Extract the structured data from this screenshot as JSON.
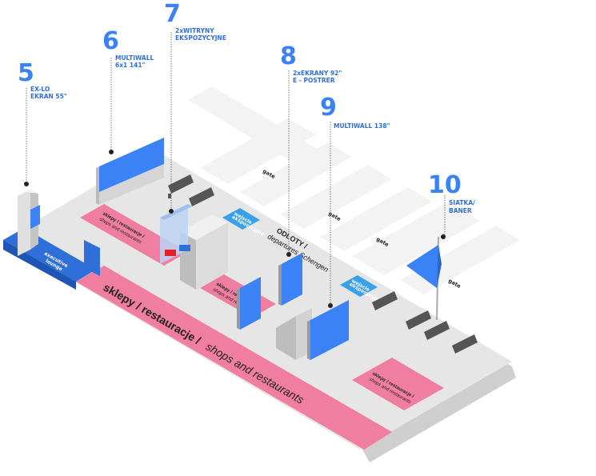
{
  "colors": {
    "floor": "#e6e6e6",
    "floor_side": "#cfcfcf",
    "path": "#f6f6f6",
    "pink": "#f07ea0",
    "blue": "#2f6fd8",
    "screen": "#3b82f6",
    "number": "#3b82f6"
  },
  "callouts": [
    {
      "number": "5",
      "lines": [
        "EX-LO",
        "EKRAN 55\""
      ]
    },
    {
      "number": "6",
      "lines": [
        "MULTIWALL",
        "6x1 141\""
      ]
    },
    {
      "number": "7",
      "lines": [
        "2xWITRYNY",
        "EKSPOZYCYJNE"
      ]
    },
    {
      "number": "8",
      "lines": [
        "2xEKRANY 92\"",
        "E - POSTRER"
      ]
    },
    {
      "number": "9",
      "lines": [
        "MULTIWALL 138\""
      ]
    },
    {
      "number": "10",
      "lines": [
        "SIATKA/",
        "BANER"
      ]
    }
  ],
  "zones": {
    "main_bold": "sklepy / restauracje /",
    "main_italic": "shops and restaurants",
    "small_bold": "sklepy / restauracje /",
    "small_italic": "shops and restaurants",
    "departures_bold": "ODLOTY /",
    "departures_italic": "departures Schengen",
    "lounge_line1": "executive",
    "lounge_line2": "lounge",
    "gate": "gate",
    "wejscie_line1": "wejscie",
    "wejscie_line2": "ekspozycyjne"
  }
}
